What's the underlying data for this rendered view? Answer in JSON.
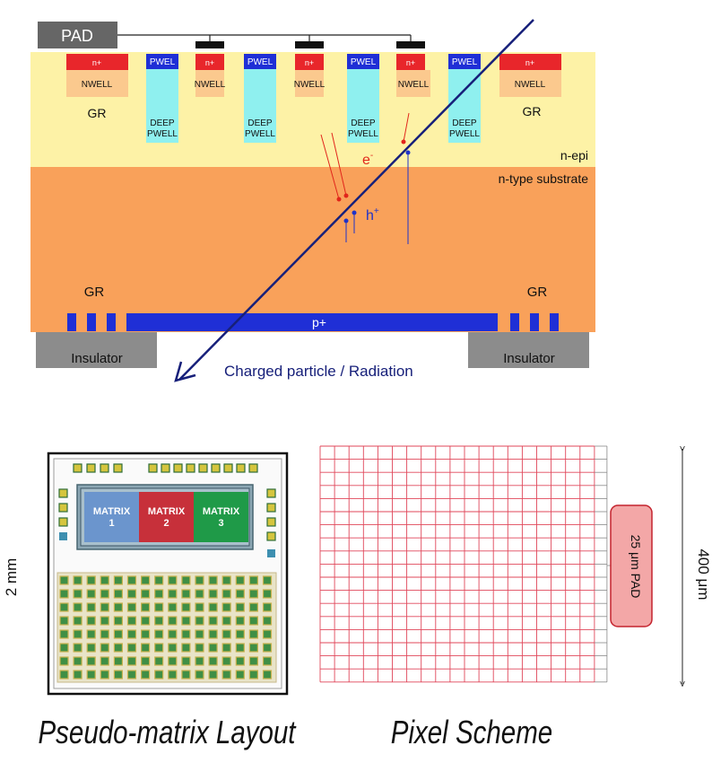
{
  "cross_section": {
    "pad_label": "PAD",
    "n_plus": "n+",
    "pwel": "PWEL",
    "nwell": "NWELL",
    "deep_pwell": [
      "DEEP",
      "PWELL"
    ],
    "guard_ring": "GR",
    "n_epi": "n-epi",
    "substrate": "n-type substrate",
    "electron": "e",
    "electron_sup": "-",
    "hole": "h",
    "hole_sup": "+",
    "p_plus": "p+",
    "insulator": "Insulator",
    "particle": "Charged particle / Radiation",
    "colors": {
      "epi": "#fdf2a6",
      "substrate": "#f9a15a",
      "n_plus": "#e8262b",
      "nwell": "#fbc98e",
      "pwel": "#1f2fd6",
      "deep_pwell": "#8ff0ef",
      "insulator": "#8c8c8c",
      "track": "#17207a",
      "electron": "#e1251b",
      "hole": "#1f33c9"
    }
  },
  "layout": {
    "matrices": [
      {
        "name": "MATRIX",
        "num": "1",
        "color": "#6b95cd"
      },
      {
        "name": "MATRIX",
        "num": "2",
        "color": "#c7303a"
      },
      {
        "name": "MATRIX",
        "num": "3",
        "color": "#1f9a48"
      }
    ],
    "size_label": "2 mm",
    "caption": "Pseudo-matrix Layout"
  },
  "pixel": {
    "pad_label": "25 μm PAD",
    "size_label": "400 μm",
    "caption": "Pixel Scheme"
  }
}
